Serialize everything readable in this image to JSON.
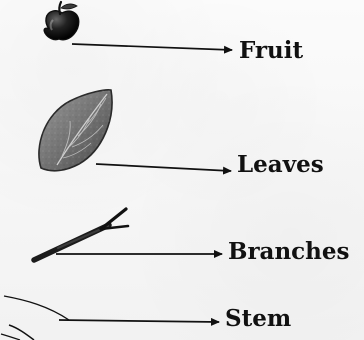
{
  "labels": {
    "fruit": "Fruit",
    "leaves": "Leaves",
    "branches": "Branches",
    "stem": "Stem"
  },
  "icons": {
    "fruit": "apple-icon",
    "leaves": "leaf-icon",
    "branches": "branch-icon",
    "stem": "stem-icon"
  },
  "colors": {
    "ink": "#111111",
    "leaf_fill": "#777777",
    "leaf_edge": "#222222"
  }
}
